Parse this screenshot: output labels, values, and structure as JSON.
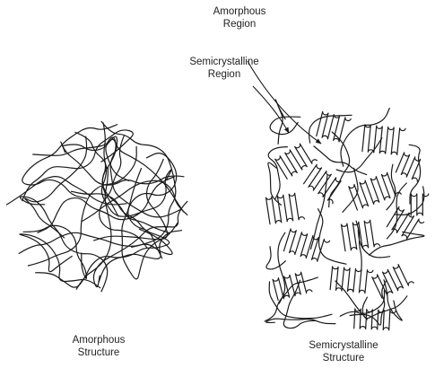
{
  "labels": {
    "amorphous_region": [
      "Amorphous",
      "Region"
    ],
    "semicrystalline_region": [
      "Semicrystalline",
      "Region"
    ],
    "amorphous_structure": [
      "Amorphous",
      "Structure"
    ],
    "semicrystalline_structure": [
      "Semicrystalline",
      "Structure"
    ]
  },
  "colors": {
    "line": "#1a1a1a",
    "text": "#222222",
    "background": "#ffffff"
  }
}
